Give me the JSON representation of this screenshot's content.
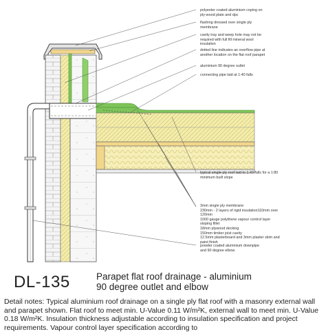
{
  "notes": [
    {
      "id": "n1",
      "lines": [
        "polyester coated aluminium coping on",
        "ply-wood plate and dpc"
      ]
    },
    {
      "id": "n2",
      "lines": [
        "flashing dressed over single ply",
        "membrane"
      ]
    },
    {
      "id": "n3",
      "lines": [
        "cavity tray and weep hole may not be",
        "required with full fill mineral wool",
        "insulation"
      ]
    },
    {
      "id": "n4",
      "lines": [
        "dotted line indicates an overflow pipe at",
        "another location on the flat roof parapet"
      ]
    },
    {
      "id": "n5",
      "lines": [
        "aluminium 90 degree outlet"
      ]
    },
    {
      "id": "n6",
      "lines": [
        "connecting pipe laid at 1:40 falls"
      ]
    },
    {
      "id": "n7",
      "lines": [
        "typical single ply roof laid to 1:40 falls for a 1:80",
        "minimum built slope"
      ]
    },
    {
      "id": "n8",
      "lines": [
        "3mm single ply membrane",
        "230mm - 2 layers of rigid insulation110mm over",
        "120mm",
        "1000 gauge polythene vapour control layer",
        "sloping fillet",
        "18mm plywood decking",
        "150mm timber joist cavity",
        "12.5mm plasterboard and 3mm plaster skim and",
        "paint finish"
      ]
    },
    {
      "id": "n9",
      "lines": [
        "powder coated aluminium downpipe",
        "and 90 degree elbow"
      ]
    }
  ],
  "code": "DL-135",
  "title_lines": [
    "Parapet flat roof drainage - aluminium",
    "90 degree outlet and elbow"
  ],
  "description": "Detail notes: Typical aluminium roof drainage on a single ply flat roof with a masonry external wall and parapet shown. Flat roof to meet min. U-Value 0.11 W/m²K, external wall to meet min. U-Value 0.18 W/m²K. Insulation thickness adjustable according to insulation specification and project requirements. Vapour control layer specification according to",
  "colors": {
    "membrane": "#7fc45a",
    "insulation": "#efe7a0",
    "timber": "#f2d68a",
    "blockwork": "#f2f2f2",
    "line": "#444444"
  }
}
